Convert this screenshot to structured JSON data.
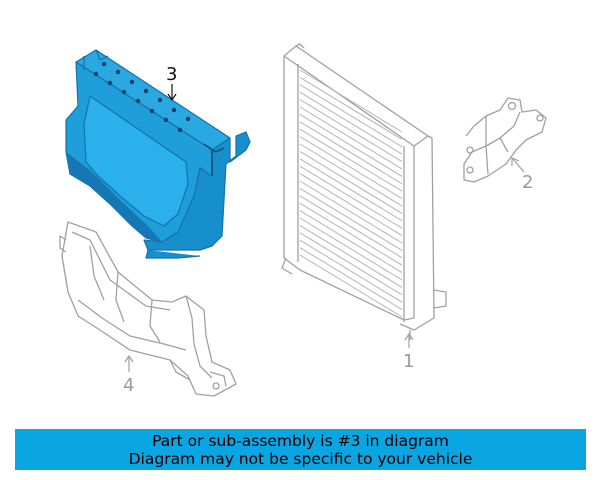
{
  "diagram": {
    "callouts": [
      {
        "label": "1"
      },
      {
        "label": "2"
      },
      {
        "label": "3"
      },
      {
        "label": "4"
      }
    ],
    "colors": {
      "highlight": "#1ea5de",
      "highlight_dark": "#1672a8",
      "line": "#9a9a9a",
      "line_dark": "#111111"
    }
  },
  "banner": {
    "line1": "Part or sub-assembly is #3 in diagram",
    "line2": "Diagram may not be specific to your vehicle",
    "color": "#0aa6e3"
  }
}
